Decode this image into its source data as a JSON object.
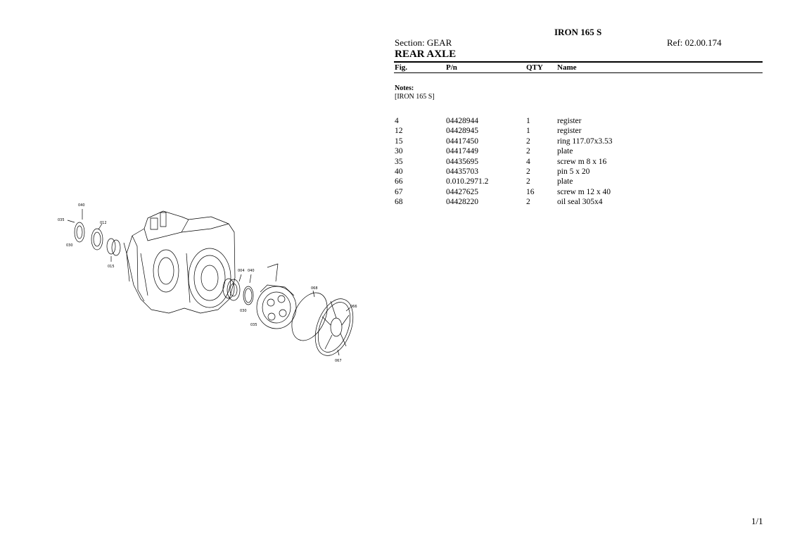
{
  "header": {
    "model": "IRON 165 S",
    "section": "Section: GEAR",
    "ref": "Ref: 02.00.174",
    "title": "REAR AXLE"
  },
  "table": {
    "columns": [
      "Fig.",
      "P/n",
      "QTY",
      "Name"
    ],
    "rows": [
      {
        "fig": "4",
        "pn": "04428944",
        "qty": "1",
        "name": "register"
      },
      {
        "fig": "12",
        "pn": "04428945",
        "qty": "1",
        "name": "register"
      },
      {
        "fig": "15",
        "pn": "04417450",
        "qty": "2",
        "name": "ring 117.07x3.53"
      },
      {
        "fig": "30",
        "pn": "04417449",
        "qty": "2",
        "name": "plate"
      },
      {
        "fig": "35",
        "pn": "04435695",
        "qty": "4",
        "name": "screw m 8 x 16"
      },
      {
        "fig": "40",
        "pn": "04435703",
        "qty": "2",
        "name": "pin 5 x 20"
      },
      {
        "fig": "66",
        "pn": "0.010.2971.2",
        "qty": "2",
        "name": "plate"
      },
      {
        "fig": "67",
        "pn": "04427625",
        "qty": "16",
        "name": "screw m 12 x 40"
      },
      {
        "fig": "68",
        "pn": "04428220",
        "qty": "2",
        "name": "oil seal 305x4"
      }
    ]
  },
  "notes": {
    "label": "Notes:",
    "text": "[IRON 165 S]"
  },
  "diagram": {
    "callouts": [
      "040",
      "035",
      "012",
      "030",
      "015",
      "004",
      "040",
      "030",
      "035",
      "068",
      "066",
      "067"
    ]
  },
  "footer": {
    "page": "1/1"
  }
}
